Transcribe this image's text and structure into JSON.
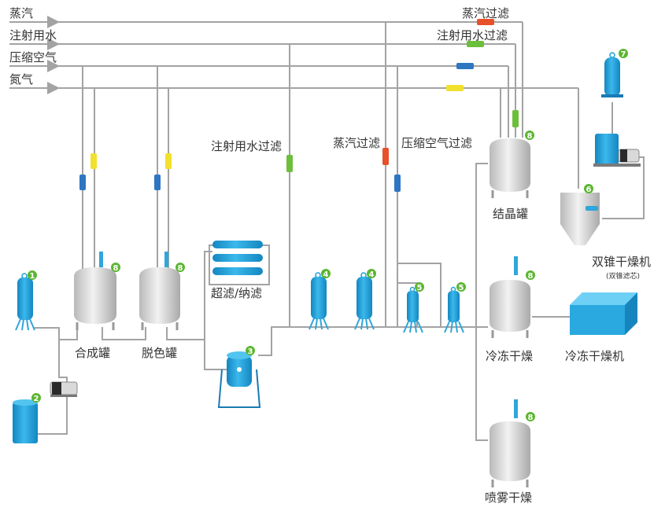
{
  "utility_lines": [
    {
      "id": "steam",
      "label": "蒸汽"
    },
    {
      "id": "wfi",
      "label": "注射用水"
    },
    {
      "id": "air",
      "label": "压缩空气"
    },
    {
      "id": "n2",
      "label": "氮气"
    }
  ],
  "labels": {
    "steam_filter_top": "蒸汽过滤",
    "wfi_filter_top": "注射用水过滤",
    "wfi_filter_mid": "注射用水过滤",
    "steam_filter_mid": "蒸汽过滤",
    "air_filter_mid": "压缩空气过滤",
    "synthesis_tank": "合成罐",
    "decolor_tank": "脱色罐",
    "ultra_nano": "超滤/纳滤",
    "crystal_tank": "结晶罐",
    "double_cone": "双锥干燥机",
    "double_cone_sub": "(双锥滤芯)",
    "freeze_dry": "冷冻干燥",
    "freeze_dryer": "冷冻干燥机",
    "spray_dry": "喷雾干燥"
  },
  "badges": {
    "b1": "1",
    "b2": "2",
    "b3": "3",
    "b4a": "4",
    "b4b": "4",
    "b5a": "5",
    "b5b": "5",
    "b6": "6",
    "b7": "7",
    "b8a": "8",
    "b8b": "8",
    "b8c": "8",
    "b8d": "8",
    "b8e": "8"
  },
  "colors": {
    "pipe": "#a3a3a3",
    "blue": "#1e9fd6",
    "steel": "#cfcfcf",
    "badge": "#5cb531",
    "filter_red": "#e8502a",
    "filter_green": "#6cbf3b",
    "filter_blue": "#2e76c2",
    "filter_yellow": "#f2e02e"
  }
}
